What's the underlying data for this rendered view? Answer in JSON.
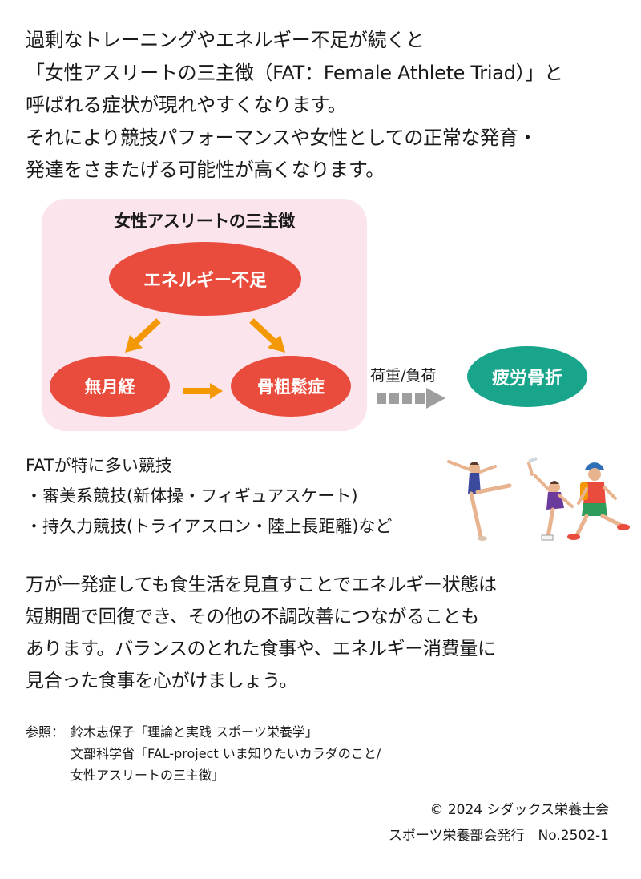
{
  "intro": {
    "lines": [
      "過剰なトレーニングやエネルギー不足が続くと",
      "「女性アスリートの三主徴（FAT：Female Athlete Triad）」と",
      "呼ばれる症状が現れやすくなります。",
      "それにより競技パフォーマンスや女性としての正常な発育・",
      "発達をさまたげる可能性が高くなります。"
    ]
  },
  "triad": {
    "title": "女性アスリートの三主徴",
    "energy": "エネルギー不足",
    "amenorrhea": "無月経",
    "osteoporosis": "骨粗鬆症"
  },
  "load": {
    "label": "荷重/負荷",
    "result": "疲労骨折"
  },
  "sports": {
    "heading": "FATが特に多い競技",
    "items": [
      "・審美系競技(新体操・フィギュアスケート)",
      "・持久力競技(トライアスロン・陸上長距離)など"
    ]
  },
  "closing": {
    "lines": [
      "万が一発症しても食生活を見直すことでエネルギー状態は",
      "短期間で回復でき、その他の不調改善につながることも",
      "あります。バランスのとれた食事や、エネルギー消費量に",
      "見合った食事を心がけましょう。"
    ]
  },
  "references": {
    "label": "参照：",
    "lines": [
      "鈴木志保子「理論と実践 スポーツ栄養学」",
      "文部科学省「FAL-project いま知りたいカラダのこと/",
      "女性アスリートの三主徴」"
    ]
  },
  "footer": {
    "copyright": "© 2024 シダックス栄養士会",
    "issue": "スポーツ栄養部会発行　No.2502-1"
  },
  "colors": {
    "pink_box": "#fce4ec",
    "red": "#e94b3c",
    "orange_arrow": "#f39800",
    "teal": "#18a58c",
    "gray_arrow": "#9e9e9e"
  },
  "icons": [
    "rhythmic-gymnast-icon",
    "figure-skater-icon",
    "runner-icon"
  ]
}
